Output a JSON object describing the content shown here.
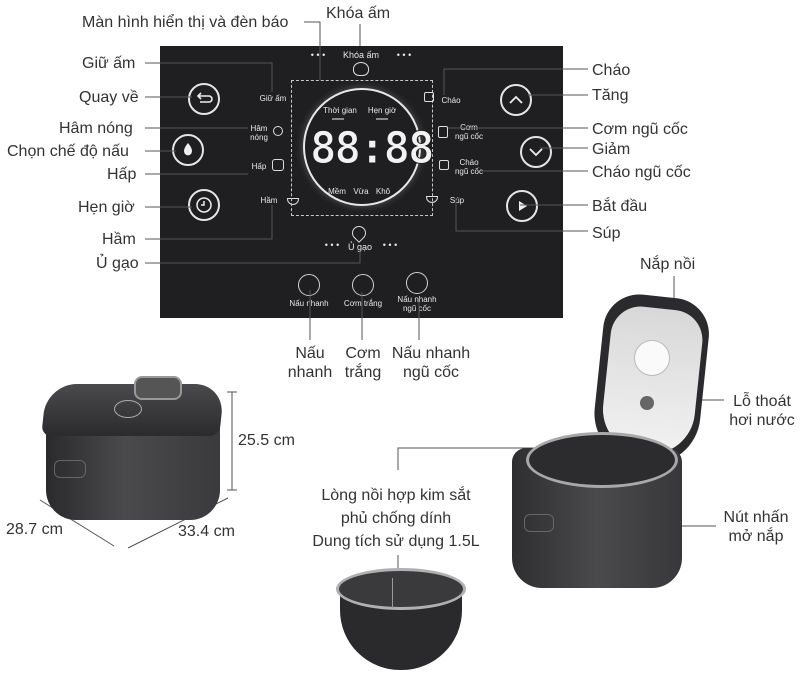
{
  "panel": {
    "khoa_am": "Khóa ấm",
    "giu_am": "Giữ ấm",
    "ham_nong": "Hâm\nnóng",
    "hap": "Hấp",
    "ham": "Hầm",
    "u_gao": "Ủ gạo",
    "chao": "Cháo",
    "com_ngu_coc": "Cơm\nngũ cốc",
    "chao_ngu_coc": "Cháo\nngũ cốc",
    "sup": "Súp",
    "thoi_gian": "Thời gian",
    "hen_gio": "Hẹn giờ",
    "display": "88:88",
    "mem": "Mềm",
    "vua": "Vừa",
    "kho": "Khô",
    "nau_nhanh": "Nấu nhanh",
    "com_trang": "Cơm trắng",
    "nau_nhanh_ngu_coc": "Nấu nhanh\nngũ cốc"
  },
  "callouts": {
    "man_hinh": "Màn hình hiển thị và đèn báo",
    "khoa_am": "Khóa ấm",
    "giu_am": "Giữ ấm",
    "quay_ve": "Quay về",
    "ham_nong": "Hâm nóng",
    "chon_che_do": "Chọn chế độ nấu",
    "hap": "Hấp",
    "hen_gio": "Hẹn giờ",
    "ham": "Hầm",
    "u_gao": "Ủ gạo",
    "chao": "Cháo",
    "tang": "Tăng",
    "com_ngu_coc": "Cơm ngũ cốc",
    "giam": "Giảm",
    "chao_ngu_coc": "Cháo ngũ cốc",
    "bat_dau": "Bắt đầu",
    "sup": "Súp",
    "nau_nhanh": "Nấu\nnhanh",
    "com_trang": "Cơm\ntrắng",
    "nau_nhanh_ngu_coc": "Nấu nhanh\nngũ cốc",
    "nap_noi": "Nắp nồi",
    "lo_thoat": "Lỗ thoát\nhơi nước",
    "nut_nhan": "Nút nhấn\nmở nắp",
    "long_noi": "Lòng nồi hợp kim sắt\nphủ chống dính\nDung tích sử dụng 1.5L"
  },
  "dimensions": {
    "height": "25.5 cm",
    "depth": "28.7 cm",
    "width": "33.4 cm"
  },
  "colors": {
    "panel_bg": "#1f1f21",
    "body_dark": "#3a3a3c",
    "label_text": "#333333"
  }
}
